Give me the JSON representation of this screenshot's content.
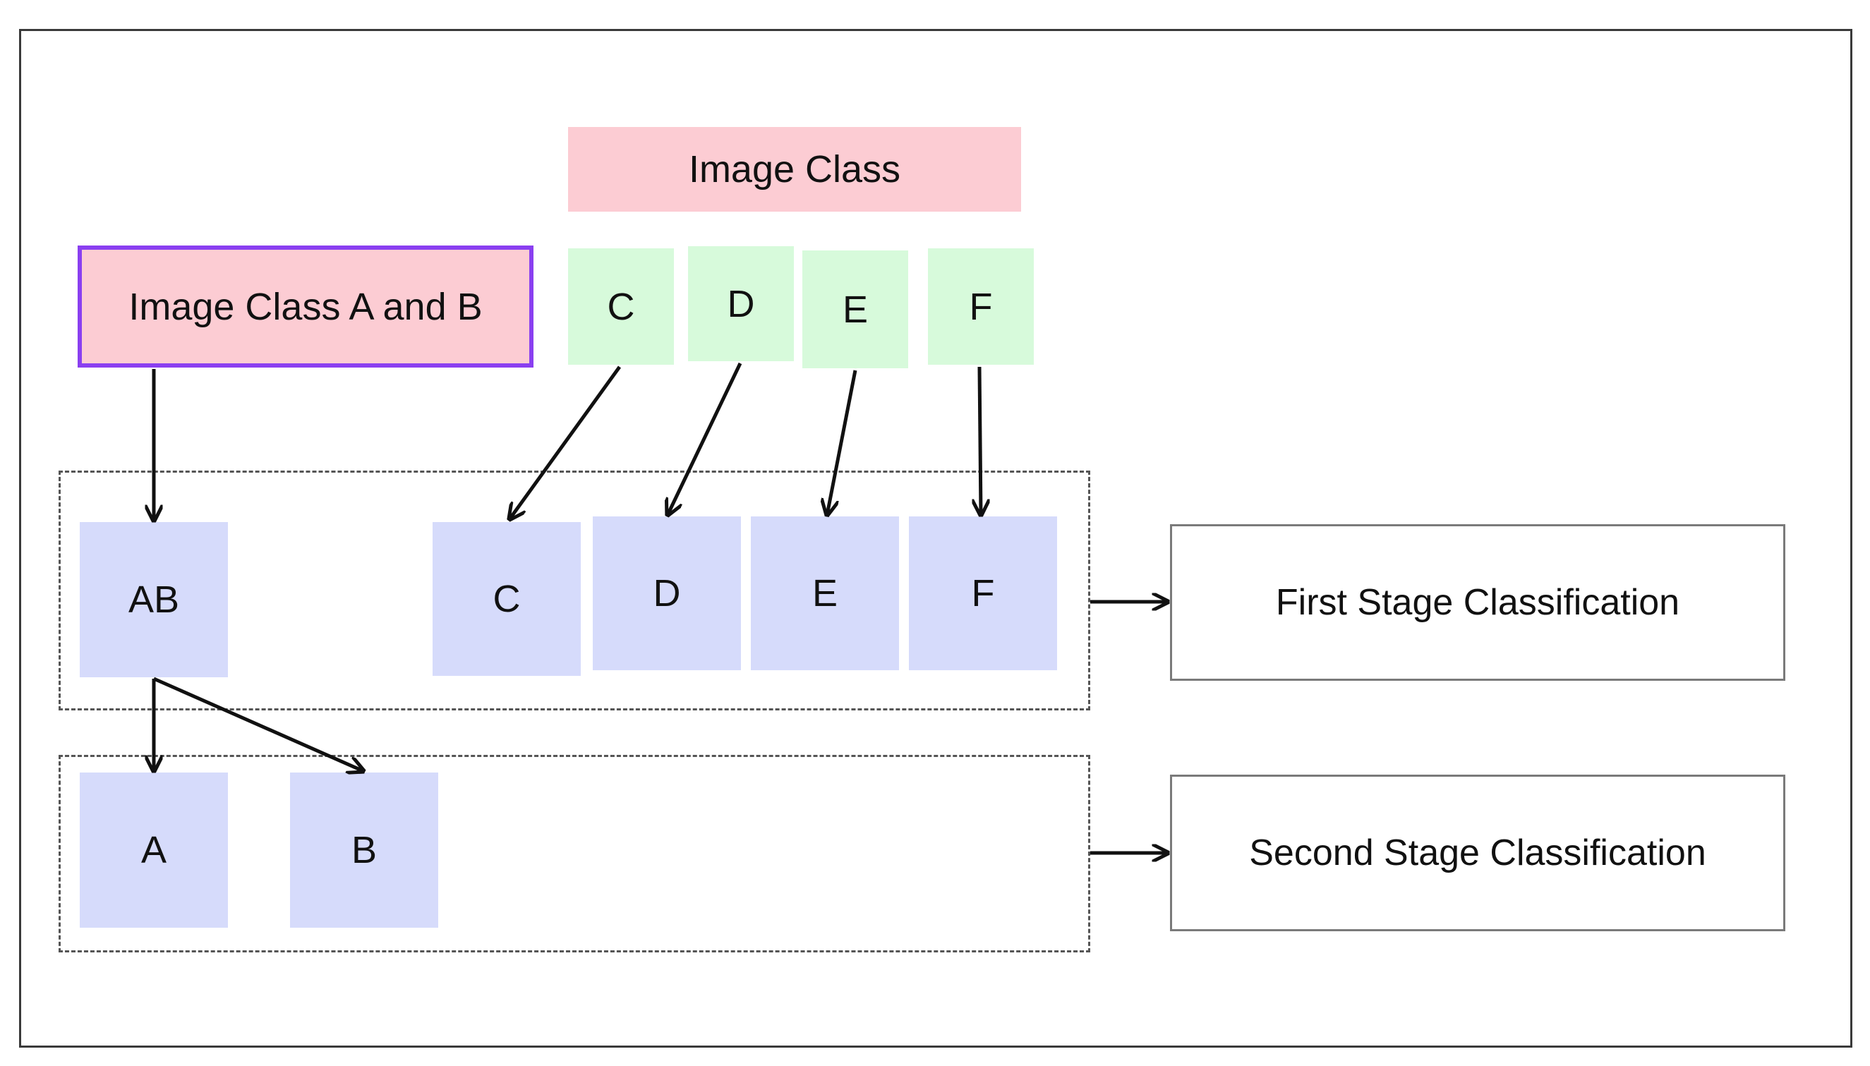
{
  "source_node": {
    "label": "Image Class"
  },
  "special_node": {
    "label": "Image Class A and B",
    "border_color": "#8a3ff0"
  },
  "source_classes": [
    "C",
    "D",
    "E",
    "F"
  ],
  "first_stage": {
    "combined": "AB",
    "classes": [
      "C",
      "D",
      "E",
      "F"
    ],
    "label": "First Stage Classification"
  },
  "second_stage": {
    "classes": [
      "A",
      "B"
    ],
    "label": "Second Stage Classification"
  },
  "colors": {
    "pink": "#fcccd3",
    "green": "#d7fadb",
    "lavender": "#d6dbfb"
  }
}
